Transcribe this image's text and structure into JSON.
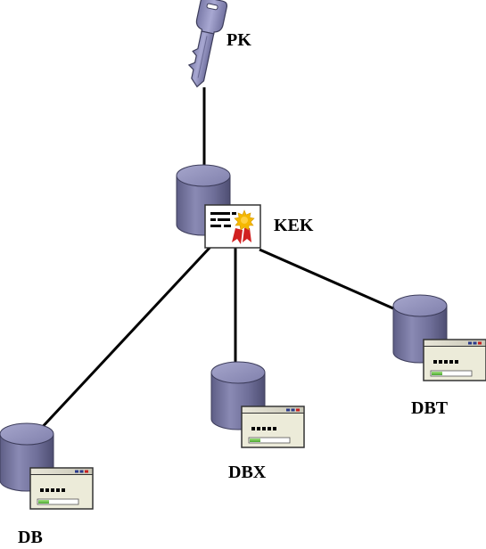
{
  "diagram": {
    "nodes": {
      "pk": {
        "label": "PK",
        "icon": "key-icon"
      },
      "kek": {
        "label": "KEK",
        "icon": "certificate-icon"
      },
      "db": {
        "label": "DB",
        "icon": "database-window-icon"
      },
      "dbx": {
        "label": "DBX",
        "icon": "database-window-icon"
      },
      "dbt": {
        "label": "DBT",
        "icon": "database-window-icon"
      }
    },
    "edges": [
      {
        "from": "pk",
        "to": "kek"
      },
      {
        "from": "kek",
        "to": "db"
      },
      {
        "from": "kek",
        "to": "dbx"
      },
      {
        "from": "kek",
        "to": "dbt"
      }
    ],
    "colors": {
      "cylinder": "#8a8ab4",
      "key": "#9a9ac6",
      "window": "#ecebd9",
      "progress": "#6fc24a",
      "seal": "#f5b800",
      "ribbon": "#d12020"
    }
  }
}
